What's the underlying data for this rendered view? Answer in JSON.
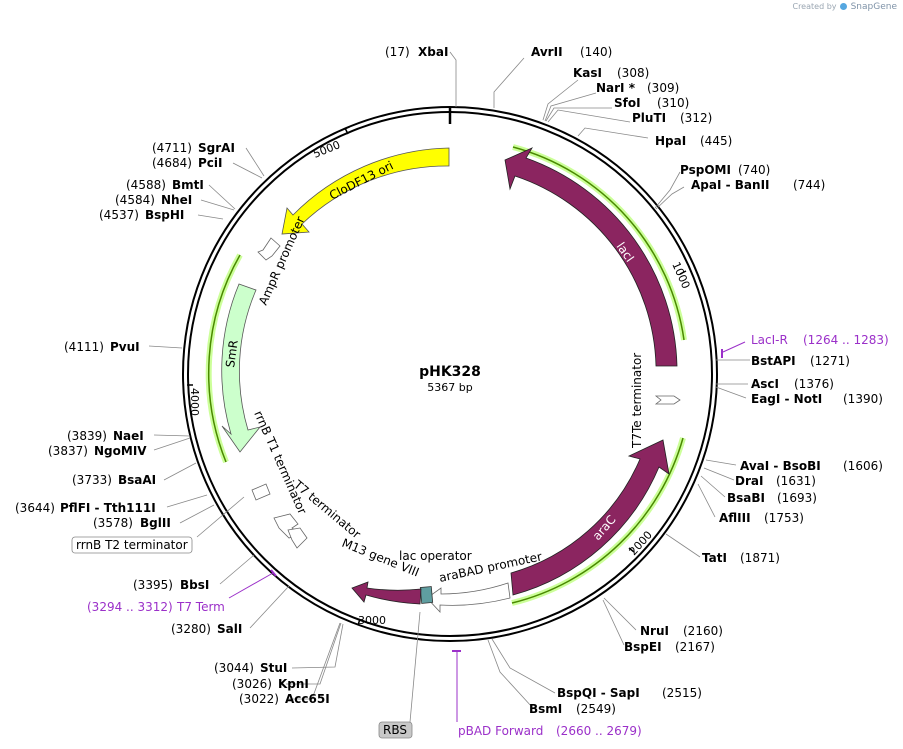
{
  "header": {
    "created_by": "Created by",
    "brand": "SnapGene"
  },
  "plasmid": {
    "name": "pHK328",
    "length_label": "5367 bp",
    "length_bp": 5367
  },
  "ticks": [
    "1000",
    "2000",
    "3000",
    "4000",
    "5000"
  ],
  "sites": [
    {
      "name": "XbaI",
      "pos": "(17)"
    },
    {
      "name": "AvrII",
      "pos": "(140)"
    },
    {
      "name": "KasI",
      "pos": "(308)"
    },
    {
      "name": "NarI *",
      "pos": "(309)"
    },
    {
      "name": "SfoI",
      "pos": "(310)"
    },
    {
      "name": "PluTI",
      "pos": "(312)"
    },
    {
      "name": "HpaI",
      "pos": "(445)"
    },
    {
      "name": "PspOMI",
      "pos": "(740)"
    },
    {
      "name": "ApaI - BanII",
      "pos": "(744)"
    },
    {
      "name": "BstAPI",
      "pos": "(1271)"
    },
    {
      "name": "AscI",
      "pos": "(1376)"
    },
    {
      "name": "EagI - NotI",
      "pos": "(1390)"
    },
    {
      "name": "AvaI - BsoBI",
      "pos": "(1606)"
    },
    {
      "name": "DraI",
      "pos": "(1631)"
    },
    {
      "name": "BsaBI",
      "pos": "(1693)"
    },
    {
      "name": "AflIII",
      "pos": "(1753)"
    },
    {
      "name": "TatI",
      "pos": "(1871)"
    },
    {
      "name": "NruI",
      "pos": "(2160)"
    },
    {
      "name": "BspEI",
      "pos": "(2167)"
    },
    {
      "name": "BspQI - SapI",
      "pos": "(2515)"
    },
    {
      "name": "BsmI",
      "pos": "(2549)"
    },
    {
      "name": "StuI",
      "pos": "(3044)"
    },
    {
      "name": "KpnI",
      "pos": "(3026)"
    },
    {
      "name": "Acc65I",
      "pos": "(3022)"
    },
    {
      "name": "SalI",
      "pos": "(3280)"
    },
    {
      "name": "BbsI",
      "pos": "(3395)"
    },
    {
      "name": "BglII",
      "pos": "(3578)"
    },
    {
      "name": "PflFI - Tth111I",
      "pos": "(3644)"
    },
    {
      "name": "BsaAI",
      "pos": "(3733)"
    },
    {
      "name": "NgoMIV",
      "pos": "(3837)"
    },
    {
      "name": "NaeI",
      "pos": "(3839)"
    },
    {
      "name": "PvuI",
      "pos": "(4111)"
    },
    {
      "name": "BspHI",
      "pos": "(4537)"
    },
    {
      "name": "NheI",
      "pos": "(4584)"
    },
    {
      "name": "BmtI",
      "pos": "(4588)"
    },
    {
      "name": "PciI",
      "pos": "(4684)"
    },
    {
      "name": "SgrAI",
      "pos": "(4711)"
    }
  ],
  "primers": [
    {
      "name": "LacI-R",
      "range": "(1264 .. 1283)"
    },
    {
      "name": "pBAD Forward",
      "range": "(2660 .. 2679)"
    }
  ],
  "terminator_site": {
    "name": "T7 Term",
    "range": "(3294 .. 3312)"
  },
  "features": {
    "laci": "lacI",
    "arac": "araC",
    "smr": "SmR",
    "clodf13": "CloDF13 ori",
    "t7te": "T7Te terminator",
    "arabad": "araBAD promoter",
    "lac_operator": "lac operator",
    "m13": "M13 gene VIII",
    "t7_terminator": "T7 terminator",
    "rrnb_t1": "rrnB T1 terminator",
    "ampr_promoter": "AmpR promoter",
    "rbs": "RBS",
    "rrnb_t2": "rrnB T2 terminator"
  },
  "colors": {
    "backbone": "#000000",
    "laci": "#8b2560",
    "arac": "#8b2560",
    "m13": "#8b2560",
    "smr": "#ccffcc",
    "clodf13": "#ffff00",
    "orf_arc": "#9acd32",
    "primer": "#9b30c9",
    "lac_operator": "#5f9ea0"
  }
}
